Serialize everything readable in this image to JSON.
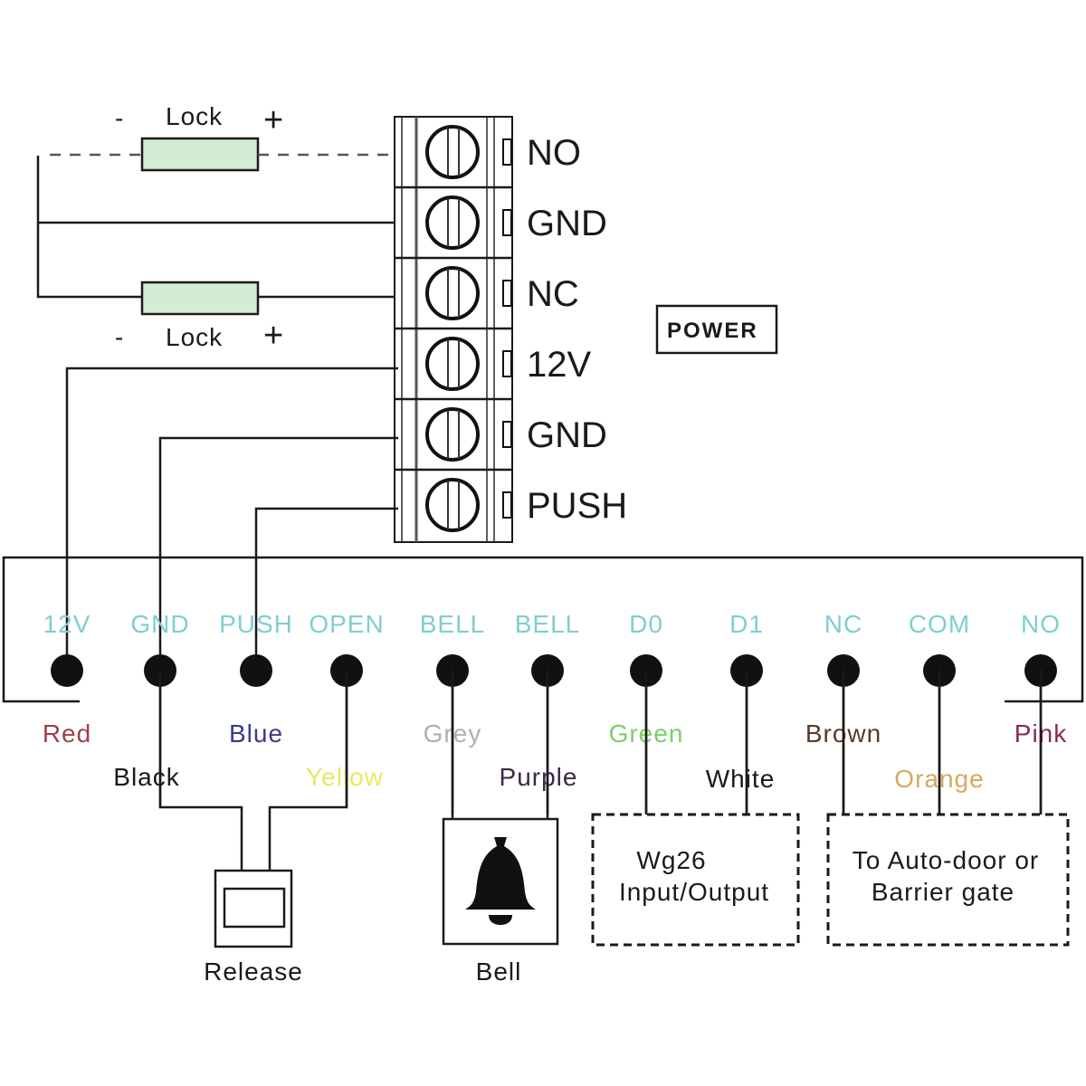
{
  "colors": {
    "pin_label": "#7fcfd0",
    "lock_fill": "#d4ecd6",
    "wire": "#1a1a1a"
  },
  "locks": {
    "top": {
      "label": "Lock",
      "minus": "-",
      "plus": "+",
      "wiring": "dashed"
    },
    "bottom": {
      "label": "Lock",
      "minus": "-",
      "plus": "+",
      "wiring": "solid"
    }
  },
  "terminal_block": {
    "terminals": [
      "NO",
      "GND",
      "NC",
      "12V",
      "GND",
      "PUSH"
    ]
  },
  "power_label": "POWER",
  "controller": {
    "pins": [
      {
        "label": "12V",
        "wire": "Red",
        "wire_color": "#a0404a"
      },
      {
        "label": "GND",
        "wire": "Black",
        "wire_color": "#1a1a1a"
      },
      {
        "label": "PUSH",
        "wire": "Blue",
        "wire_color": "#3a3a8c"
      },
      {
        "label": "OPEN",
        "wire": "Yellow",
        "wire_color": "#e8e860"
      },
      {
        "label": "BELL",
        "wire": "Grey",
        "wire_color": "#b0b0b0"
      },
      {
        "label": "BELL",
        "wire": "Purple",
        "wire_color": "#3a2a4a"
      },
      {
        "label": "D0",
        "wire": "Green",
        "wire_color": "#7ccf6a"
      },
      {
        "label": "D1",
        "wire": "White",
        "wire_color": "#1a1a1a"
      },
      {
        "label": "NC",
        "wire": "Brown",
        "wire_color": "#5a3a2a"
      },
      {
        "label": "COM",
        "wire": "Orange",
        "wire_color": "#d8a860"
      },
      {
        "label": "NO",
        "wire": "Pink",
        "wire_color": "#8a2a5a"
      }
    ]
  },
  "devices": {
    "release": "Release",
    "bell": "Bell",
    "wiegand_line1": "Wg26",
    "wiegand_line2": "Input/Output",
    "gate_line1": "To Auto-door or",
    "gate_line2": "Barrier gate"
  }
}
